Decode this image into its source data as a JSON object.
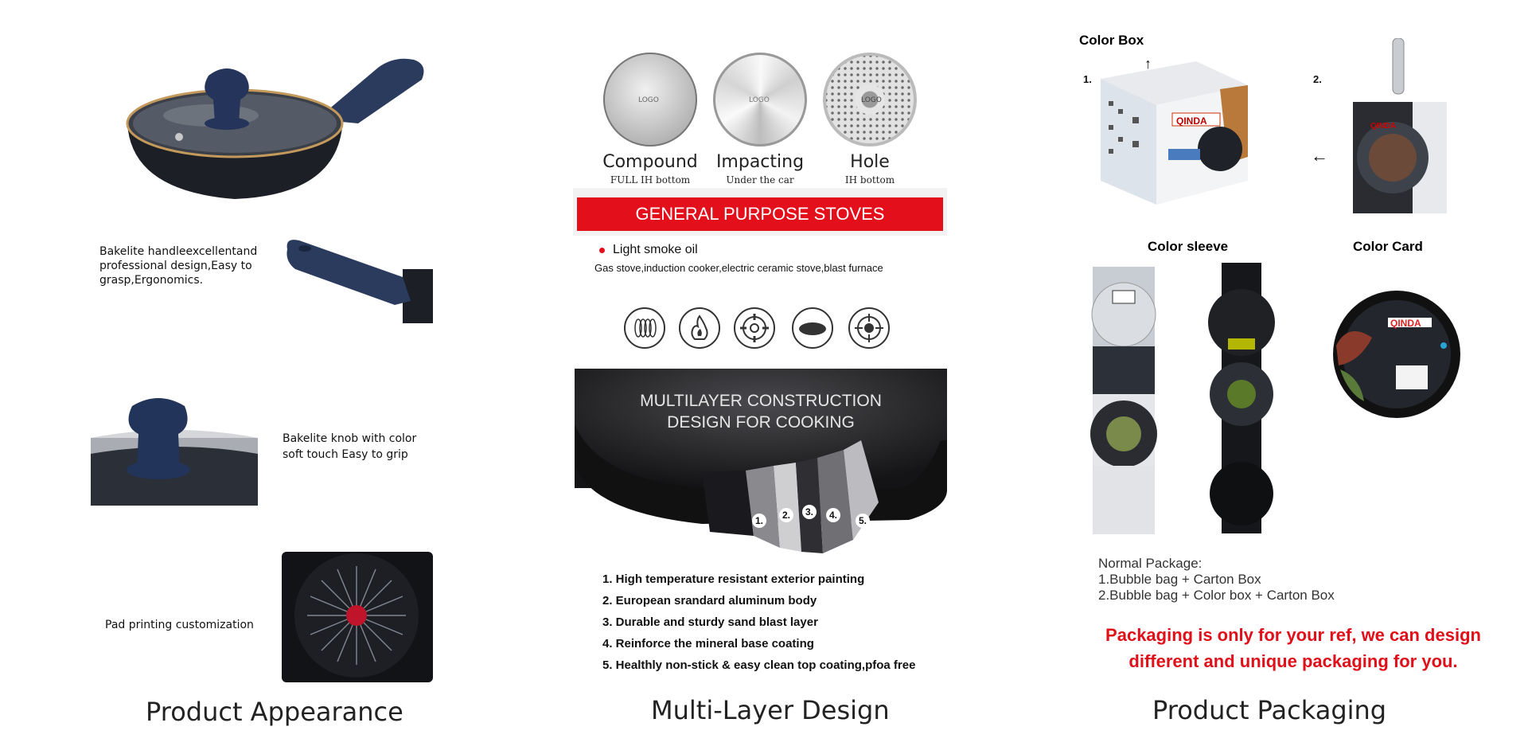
{
  "left": {
    "caption_handle": "Bakelite handleexcellentand professional design,Easy to grasp,Ergonomics.",
    "caption_knob": "Bakelite knob with color soft touch Easy to grip",
    "caption_pad": "Pad printing customization",
    "title": "Product Appearance"
  },
  "middle": {
    "bottoms": [
      {
        "label": "Compound",
        "sub": "FULL IH bottom",
        "logo": "LOGO"
      },
      {
        "label": "Impacting",
        "sub": "Under the car",
        "logo": "LOGO"
      },
      {
        "label": "Hole",
        "sub": "IH bottom",
        "logo": "LOGO"
      }
    ],
    "banner": "GENERAL PURPOSE STOVES",
    "smoke_oil": "Light smoke oil",
    "stoves_text": "Gas stove,induction cooker,electric ceramic stove,blast furnace",
    "stove_icons": [
      "coil-stove-icon",
      "gas-flame-icon",
      "gas-burner-icon",
      "ceramic-plate-icon",
      "induction-icon"
    ],
    "construction_title_1": "MULTILAYER CONSTRUCTION",
    "construction_title_2": "DESIGN FOR COOKING",
    "layer_numbers": [
      "1.",
      "2.",
      "3.",
      "4.",
      "5."
    ],
    "layers": [
      "1. High temperature resistant exterior painting",
      "2. European srandard aluminum body",
      "3. Durable and sturdy sand blast layer",
      "4. Reinforce the mineral base coating",
      "5. Healthly non-stick & easy clean top coating,pfoa free"
    ],
    "title": "Multi-Layer Design"
  },
  "right": {
    "color_box": "Color Box",
    "num_1": "1.",
    "num_2": "2.",
    "color_sleeve": "Color sleeve",
    "color_card": "Color Card",
    "brand": "QINDA",
    "normal_title": "Normal Package:",
    "normal_1": "1.Bubble bag + Carton Box",
    "normal_2": "2.Bubble bag + Color box + Carton Box",
    "note_1": "Packaging is only for your ref, we can design",
    "note_2": "different and unique packaging for you.",
    "title": "Product Packaging"
  },
  "colors": {
    "navy": "#233046",
    "pan_black": "#1b1d22",
    "red": "#e0101a",
    "banner_red": "#e3101c"
  }
}
